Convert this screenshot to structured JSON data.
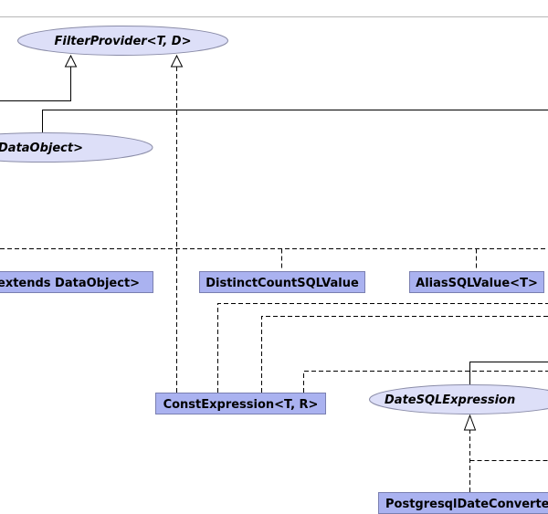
{
  "diagram": {
    "nodes": {
      "filter_provider": "FilterProvider<T, D>",
      "data_object_interface": "DataObject>",
      "extends_data_object_class": "extends DataObject>",
      "distinct_count_sql_value": "DistinctCountSQLValue",
      "alias_sql_value": "AliasSQLValue<T>",
      "const_expression": "ConstExpression<T, R>",
      "date_sql_expression": "DateSQLExpression",
      "postgresql_date_converter": "PostgresqlDateConverte"
    }
  },
  "colors": {
    "interface_fill": "#dddff8",
    "class_fill": "#aab2f0",
    "background": "#ffffff",
    "edge": "#000000"
  }
}
